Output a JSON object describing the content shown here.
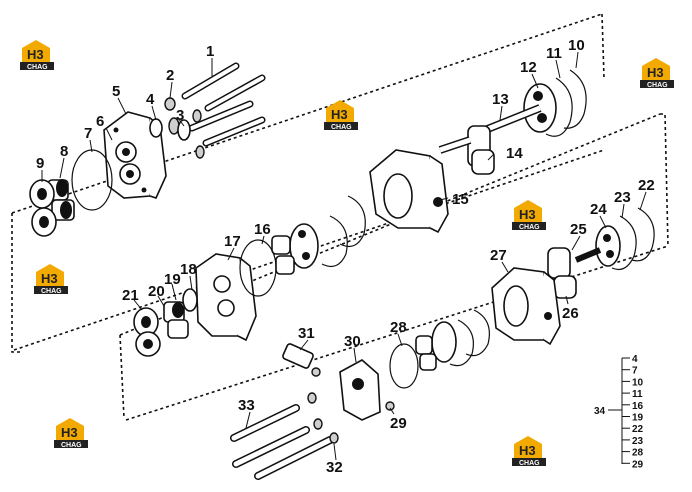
{
  "labels": {
    "p1": "1",
    "p2": "2",
    "p3": "3",
    "p4": "4",
    "p5": "5",
    "p6": "6",
    "p7": "7",
    "p8": "8",
    "p9": "9",
    "p10": "10",
    "p11": "11",
    "p12": "12",
    "p13": "13",
    "p14": "14",
    "p15": "15",
    "p16": "16",
    "p17": "17",
    "p18": "18",
    "p19": "19",
    "p20": "20",
    "p21": "21",
    "p22": "22",
    "p23": "23",
    "p24": "24",
    "p25": "25",
    "p26": "26",
    "p27": "27",
    "p28": "28",
    "p29": "29",
    "p30": "30",
    "p31": "31",
    "p32": "32",
    "p33": "33"
  },
  "kit": {
    "label": "34",
    "items": [
      "4",
      "7",
      "10",
      "11",
      "16",
      "19",
      "22",
      "23",
      "28",
      "29"
    ]
  },
  "watermark": {
    "mark": "H3",
    "caption": "CHAG",
    "color": "#f2a900"
  }
}
